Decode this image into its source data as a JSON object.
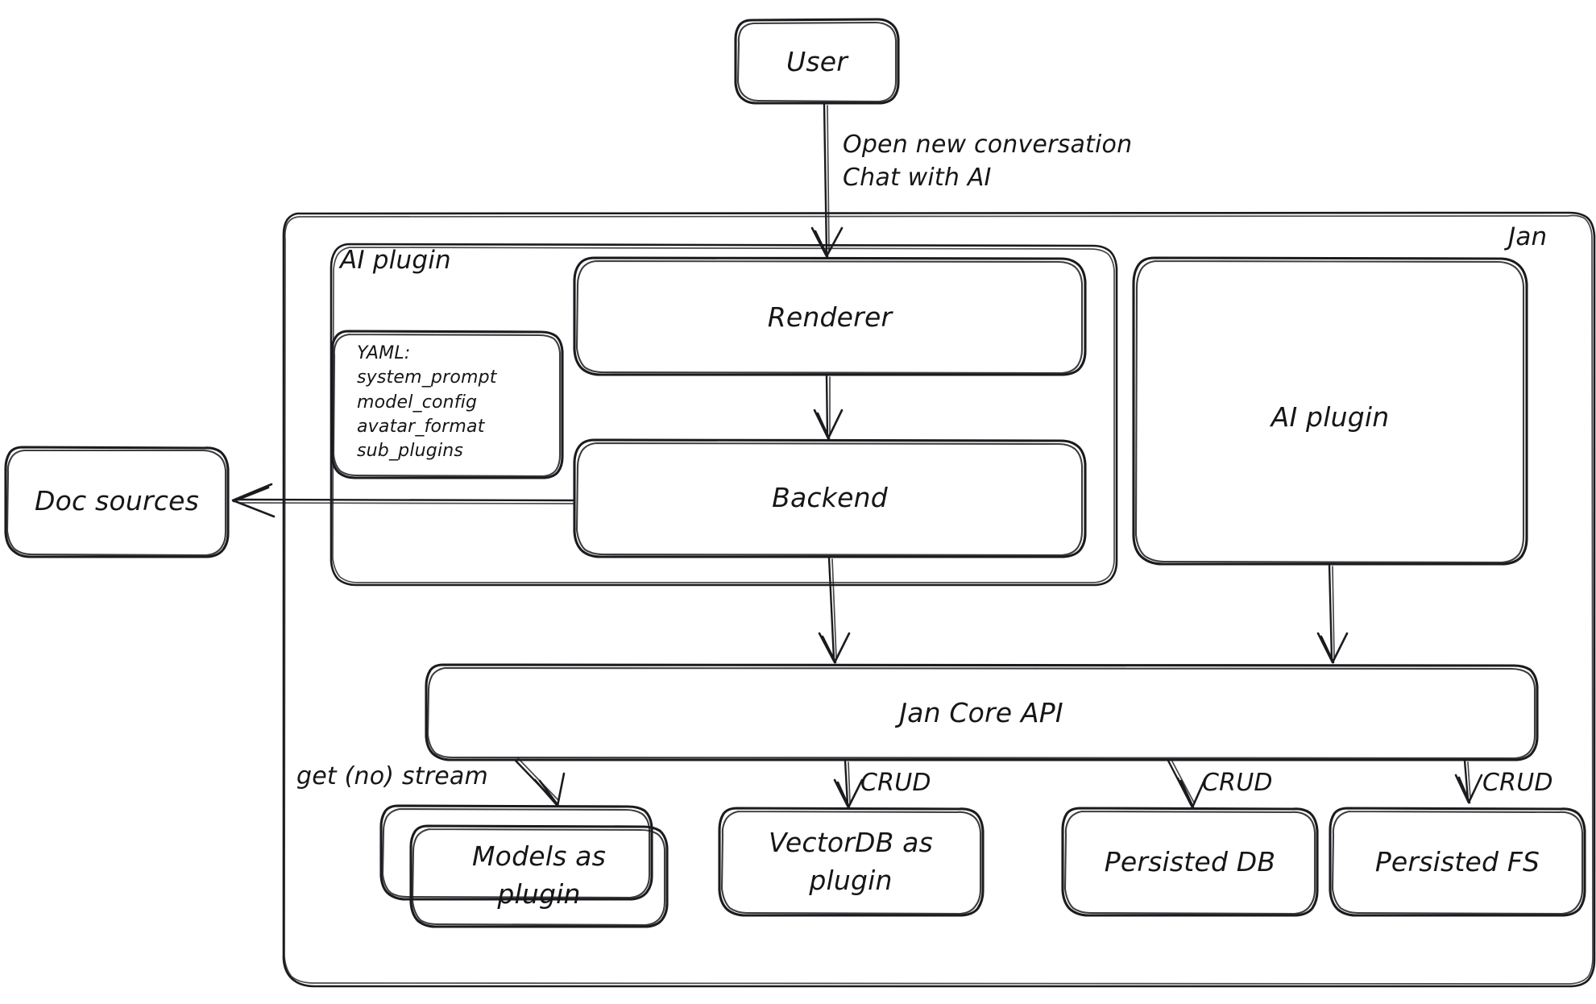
{
  "diagram": {
    "title_label": "Jan",
    "nodes": [
      {
        "id": "user",
        "label": "User"
      },
      {
        "id": "ai-plugin-group",
        "label": "AI plugin"
      },
      {
        "id": "renderer",
        "label": "Renderer"
      },
      {
        "id": "backend",
        "label": "Backend"
      },
      {
        "id": "ai-plugin-box",
        "label": "AI plugin"
      },
      {
        "id": "doc-sources",
        "label": "Doc sources"
      },
      {
        "id": "jan-core-api",
        "label": "Jan Core API"
      },
      {
        "id": "models-as-plugin",
        "label": "Models as\nplugin"
      },
      {
        "id": "vectordb-as-plugin",
        "label": "VectorDB as\nplugin"
      },
      {
        "id": "persisted-db",
        "label": "Persisted DB"
      },
      {
        "id": "persisted-fs",
        "label": "Persisted FS"
      }
    ],
    "yaml_note": {
      "title": "YAML:",
      "lines": [
        "system_prompt",
        "model_config",
        "avatar_format",
        "sub_plugins"
      ],
      "text": "YAML:\nsystem_prompt\nmodel_config\navatar_format\nsub_plugins"
    },
    "edges": [
      {
        "id": "user-to-renderer",
        "label": "Open new conversation\nChat with AI"
      },
      {
        "id": "renderer-to-backend",
        "label": ""
      },
      {
        "id": "backend-to-doc-sources",
        "label": ""
      },
      {
        "id": "backend-to-core",
        "label": ""
      },
      {
        "id": "ai-plugin-to-core",
        "label": ""
      },
      {
        "id": "core-to-models",
        "label": "get (no) stream"
      },
      {
        "id": "core-to-vectordb",
        "label": "CRUD"
      },
      {
        "id": "core-to-persisted-db",
        "label": "CRUD"
      },
      {
        "id": "core-to-persisted-fs",
        "label": "CRUD"
      }
    ],
    "colors": {
      "stroke": "#1b1b1f",
      "background": "#ffffff",
      "text": "#161618"
    }
  }
}
